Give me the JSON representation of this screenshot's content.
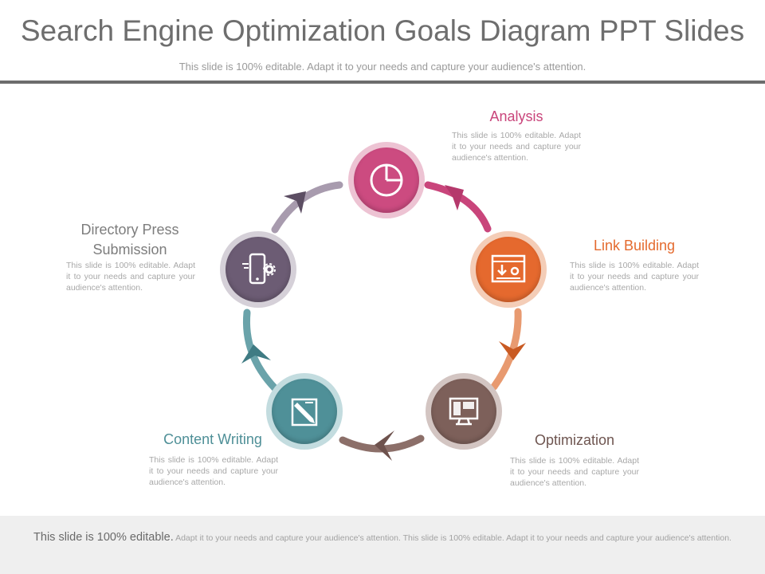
{
  "header": {
    "title": "Search Engine Optimization Goals Diagram PPT Slides",
    "subtitle": "This slide is 100% editable. Adapt it to your needs and capture your audience's attention."
  },
  "steps": [
    {
      "label": "Analysis",
      "icon": "pie-chart-icon",
      "color": "#c9457b",
      "description": "This slide is 100% editable. Adapt it to your needs and capture your audience's attention."
    },
    {
      "label": "Link Building",
      "icon": "download-window-icon",
      "color": "#e46a2e",
      "description": "This slide is 100% editable. Adapt it to your needs and capture your audience's attention."
    },
    {
      "label": "Optimization",
      "icon": "monitor-icon",
      "color": "#7a5e58",
      "description": "This slide is 100% editable. Adapt it to your needs and capture your audience's attention."
    },
    {
      "label": "Content Writing",
      "icon": "pencil-edit-icon",
      "color": "#4e8f97",
      "description": "This slide is 100% editable. Adapt it to your needs and capture your audience's attention."
    },
    {
      "label": "Directory Press\nSubmission",
      "icon": "mobile-gear-icon",
      "color": "#6b5b73",
      "description": "This slide is 100% editable. Adapt it to your needs and capture your audience's attention."
    }
  ],
  "footer": {
    "lead": "This slide is 100% editable.",
    "text": "Adapt it to your needs and capture your audience's attention. This slide is 100% editable. Adapt it to your needs and capture your audience's attention."
  }
}
